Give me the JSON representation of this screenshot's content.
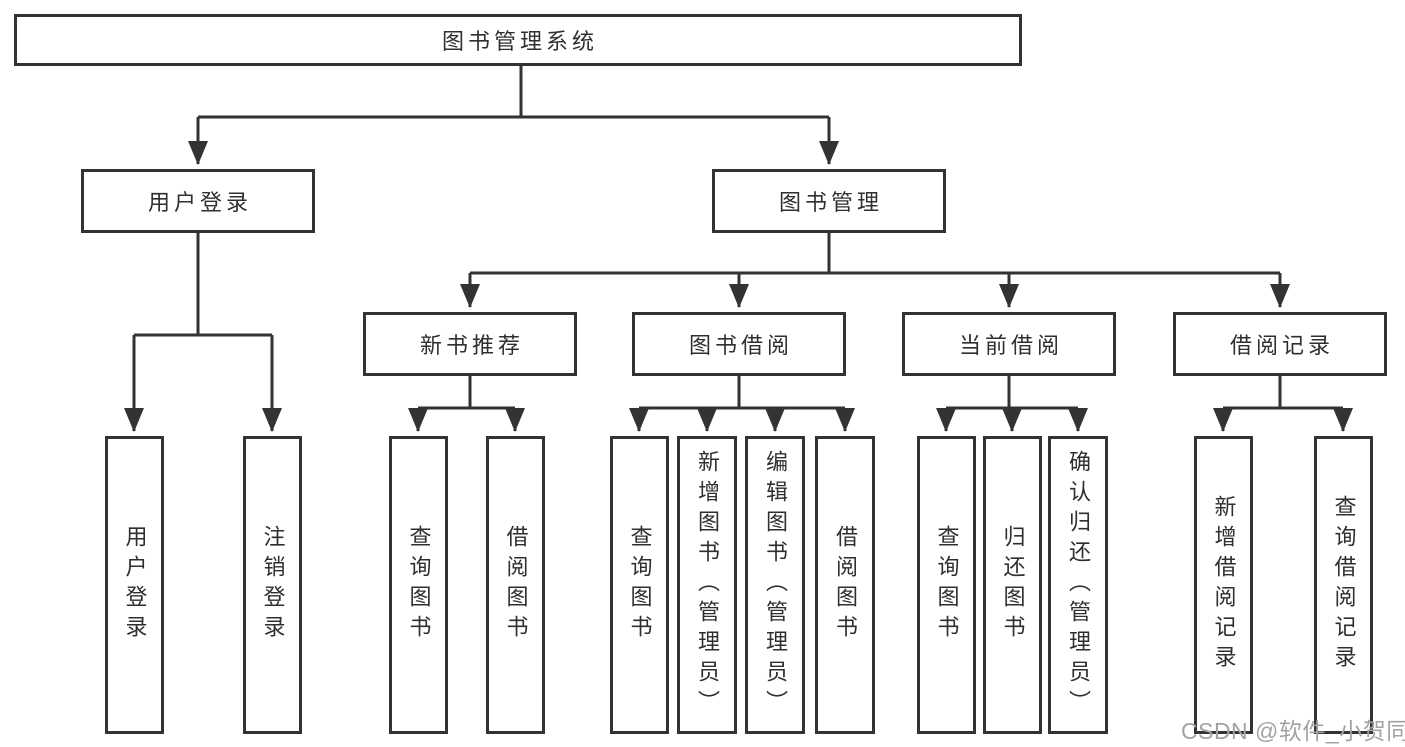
{
  "tree": {
    "root": {
      "label": "图书管理系统"
    },
    "branches": [
      {
        "label": "用户登录",
        "children": [
          {
            "label": "用户登录"
          },
          {
            "label": "注销登录"
          }
        ]
      },
      {
        "label": "图书管理",
        "children": [
          {
            "label": "新书推荐",
            "children": [
              {
                "label": "查询图书"
              },
              {
                "label": "借阅图书"
              }
            ]
          },
          {
            "label": "图书借阅",
            "children": [
              {
                "label": "查询图书"
              },
              {
                "label": "新增图书（管理员）"
              },
              {
                "label": "编辑图书（管理员）"
              },
              {
                "label": "借阅图书"
              }
            ]
          },
          {
            "label": "当前借阅",
            "children": [
              {
                "label": "查询图书"
              },
              {
                "label": "归还图书"
              },
              {
                "label": "确认归还（管理员）"
              }
            ]
          },
          {
            "label": "借阅记录",
            "children": [
              {
                "label": "新增借阅记录"
              },
              {
                "label": "查询借阅记录"
              }
            ]
          }
        ]
      }
    ]
  },
  "watermark": {
    "text": "CSDN @软件_小贺同学"
  },
  "colors": {
    "line": "#333333",
    "text": "#2f2f2f",
    "watermark": "#a3a3a3",
    "background": "#ffffff"
  }
}
